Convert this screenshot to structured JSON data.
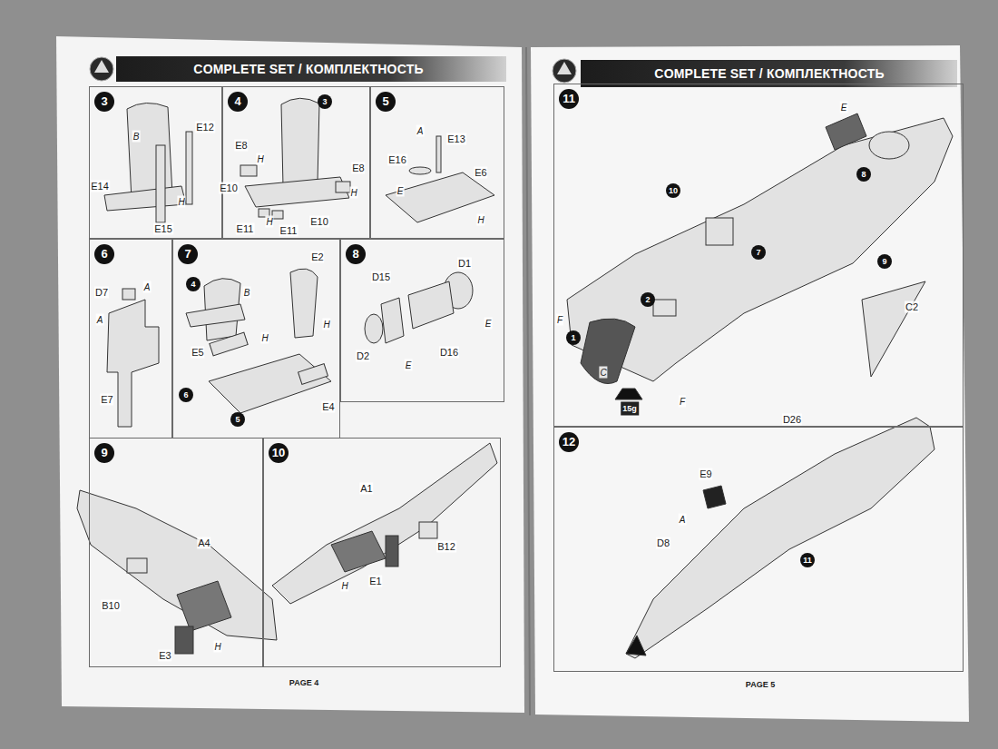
{
  "diagram": {
    "nodes": [
      {
        "text": [
          "3"
        ]
      },
      {
        "text": [
          "4"
        ]
      },
      {
        "text": [
          "5"
        ]
      },
      {
        "text": [
          "6"
        ]
      },
      {
        "text": [
          "7"
        ]
      },
      {
        "text": [
          "8"
        ]
      },
      {
        "text": [
          "9"
        ]
      },
      {
        "text": [
          "10"
        ]
      },
      {
        "text": [
          "11"
        ]
      },
      {
        "text": [
          "12"
        ]
      }
    ],
    "labels": [
      "COMPLETE SET / КОМПЛЕКТНОСТЬ",
      "COMPLETE SET / КОМПЛЕКТНОСТЬ",
      "PAGE 4",
      "PAGE 5",
      "B",
      "E12",
      "E14",
      "E15",
      "H",
      "3",
      "E8",
      "E8",
      "E10",
      "E10",
      "E11",
      "E11",
      "H",
      "H",
      "H",
      "A",
      "E13",
      "E16",
      "E6",
      "E",
      "H",
      "D7",
      "A",
      "A",
      "E7",
      "4",
      "B",
      "E2",
      "E5",
      "H",
      "H",
      "6",
      "5",
      "E4",
      "D1",
      "D15",
      "E",
      "D2",
      "E",
      "D16",
      "A4",
      "B10",
      "E3",
      "H",
      "A1",
      "B12",
      "E1",
      "H",
      "E",
      "8",
      "10",
      "7",
      "9",
      "2",
      "1",
      "F",
      "C",
      "15g",
      "F",
      "C2",
      "D26",
      "E9",
      "A",
      "D8",
      "11"
    ]
  }
}
